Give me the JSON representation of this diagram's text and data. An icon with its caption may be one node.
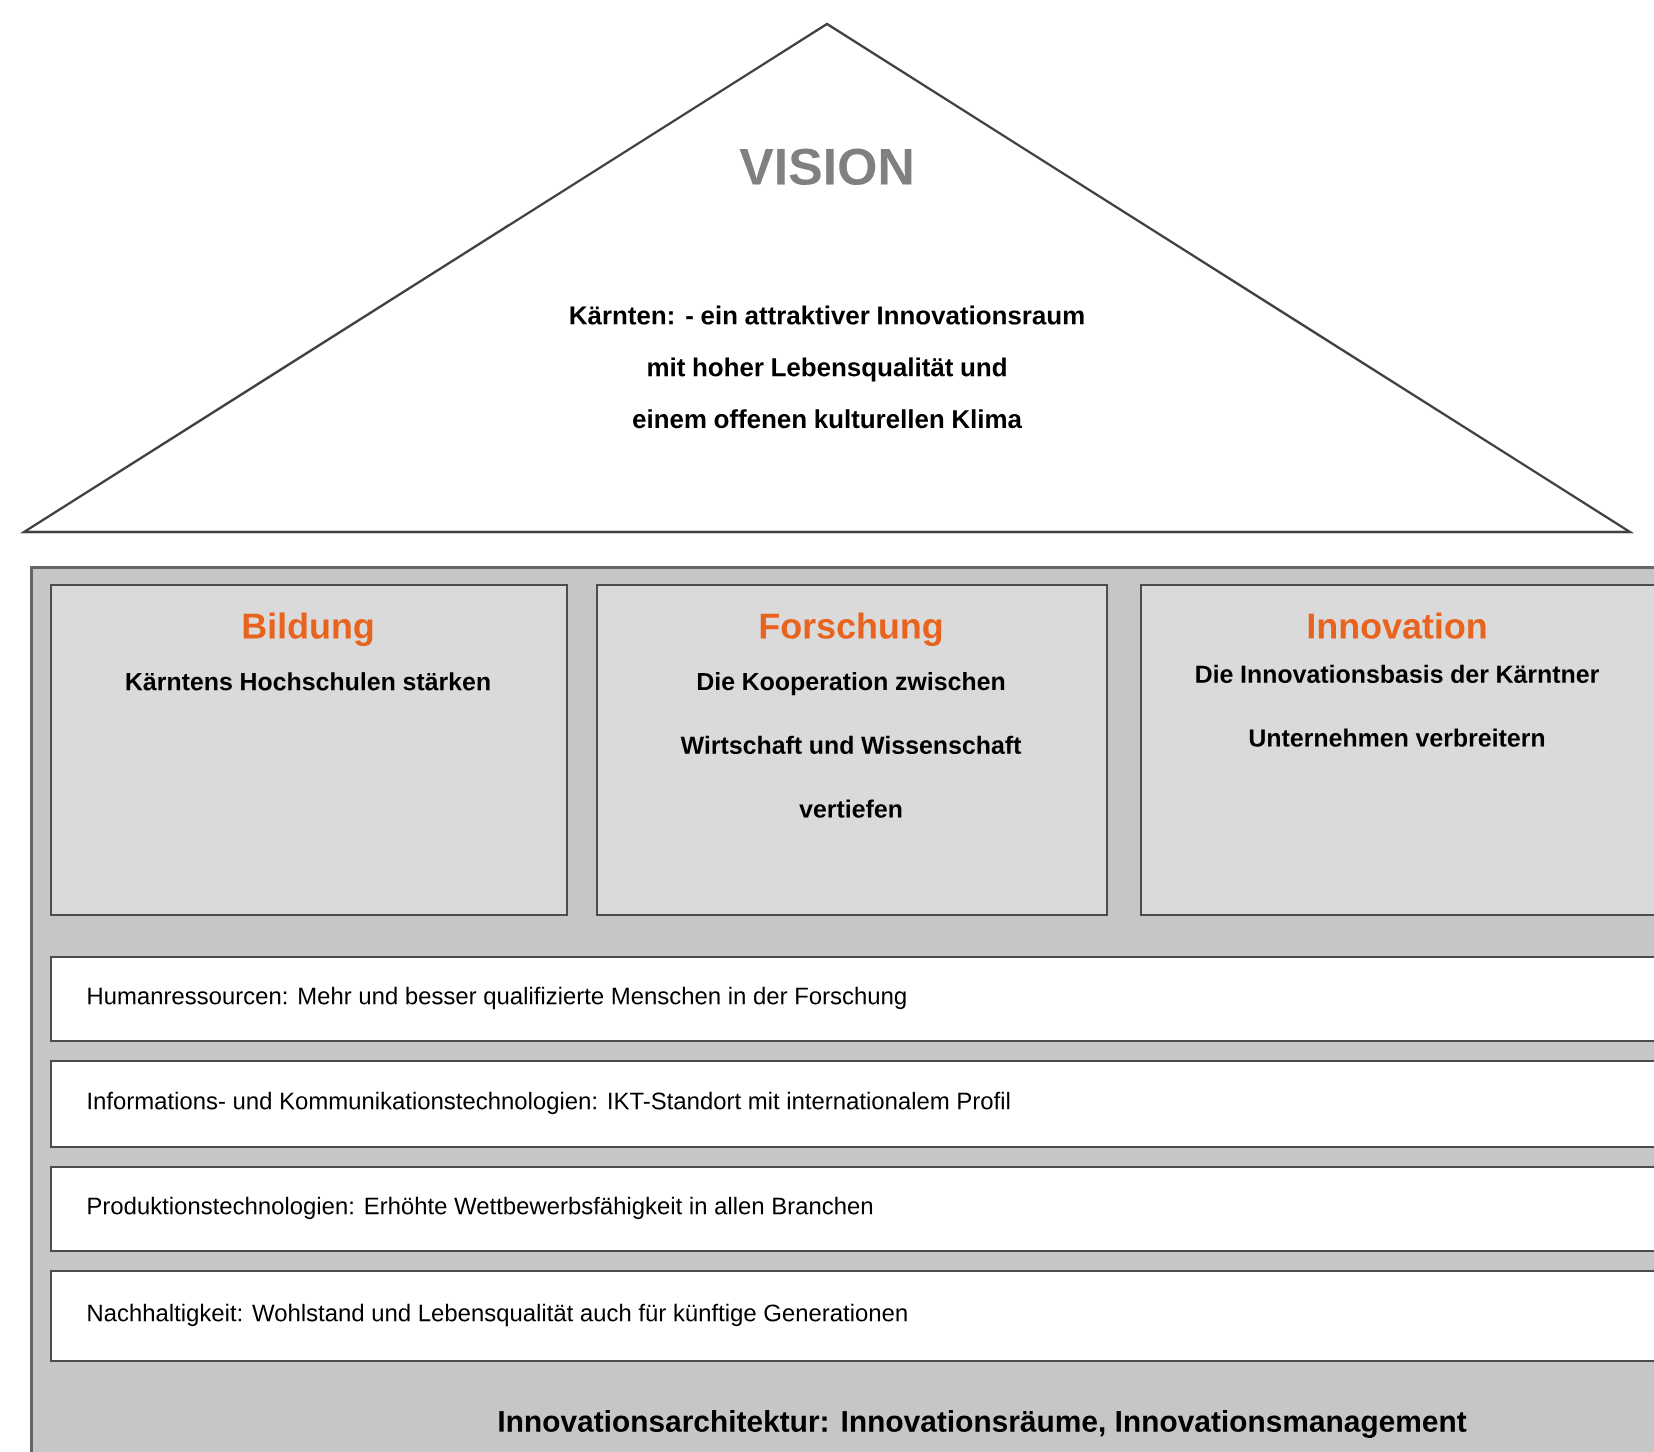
{
  "diagram": {
    "nodes": [
      {
        "text": [
          "VISION",
          "Kärnten: - ein attraktiver Innovationsraum mit hoher Lebensqualität und einem offenen kulturellen Klima"
        ]
      },
      {
        "text": [
          "Innovationsarchitektur: Innovationsräume, Innovationsmanagement"
        ]
      },
      {
        "text": [
          "Bildung",
          "Kärntens Hochschulen stärken"
        ],
        "in": 1
      },
      {
        "text": [
          "Forschung",
          "Die Kooperation zwischen Wirtschaft und Wissenschaft vertiefen"
        ],
        "in": 1
      },
      {
        "text": [
          "Innovation",
          "Die Innovationsbasis der Kärntner Unternehmen verbreitern"
        ],
        "in": 1
      },
      {
        "text": [
          "Humanressourcen: Mehr und besser qualifizierte Menschen in der Forschung"
        ],
        "in": 1
      },
      {
        "text": [
          "Informations- und Kommunikationstechnologien: IKT-Standort mit internationalem Profil"
        ],
        "in": 1
      },
      {
        "text": [
          "Produktionstechnologien: Erhöhte Wettbewerbsfähigkeit in allen Branchen"
        ],
        "in": 1
      },
      {
        "text": [
          "Nachhaltigkeit: Wohlstand und Lebensqualität auch für künftige Generationen"
        ],
        "in": 1
      }
    ]
  }
}
